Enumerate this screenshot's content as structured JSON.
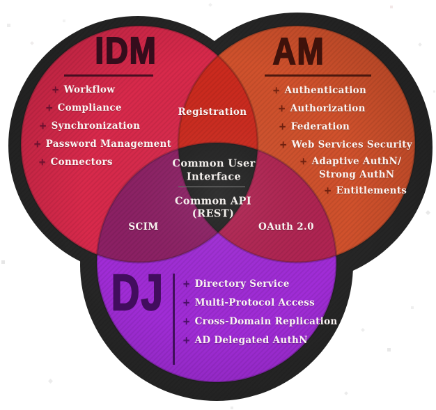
{
  "diagram": {
    "bullet": "+",
    "colors": {
      "background": "#ffffff",
      "rim": "#272727",
      "idm": "#d8294b",
      "am": "#d0512c",
      "dj": "#a02cd6",
      "idm_am": "#cc2a1e",
      "idm_dj": "#8c2064",
      "am_dj": "#b02452",
      "center": "#232323"
    },
    "idm": {
      "title": "IDM",
      "items": [
        "Workflow",
        "Compliance",
        "Synchronization",
        "Password Management",
        "Connectors"
      ]
    },
    "am": {
      "title": "AM",
      "items": [
        "Authentication",
        "Authorization",
        "Federation",
        "Web Services Security",
        "Adaptive AuthN/",
        "Strong AuthN",
        "Entitlements"
      ]
    },
    "dj": {
      "title": "DJ",
      "items": [
        "Directory Service",
        "Multi-Protocol Access",
        "Cross-Domain Replication",
        "AD Delegated AuthN"
      ]
    },
    "overlaps": {
      "idm_am_label": "Registration",
      "idm_dj_label": "SCIM",
      "am_dj_label": "OAuth 2.0",
      "center_line1": "Common User",
      "center_line2": "Interface",
      "center_line3": "Common API",
      "center_line4": "(REST)"
    }
  }
}
